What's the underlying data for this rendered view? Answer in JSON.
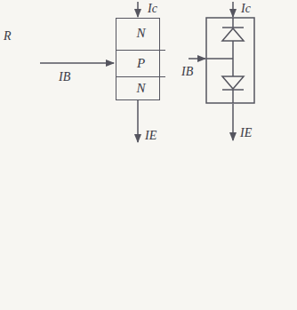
{
  "diagram": {
    "nodes": [
      {
        "text": []
      },
      {
        "text": [
          "N"
        ],
        "in": 0
      },
      {
        "text": [
          "P"
        ],
        "in": 0
      },
      {
        "text": [
          "N"
        ],
        "in": 0
      }
    ],
    "labels": [
      "R",
      "Ic",
      "IB",
      "IE",
      "Ic",
      "IB",
      "IE"
    ]
  }
}
